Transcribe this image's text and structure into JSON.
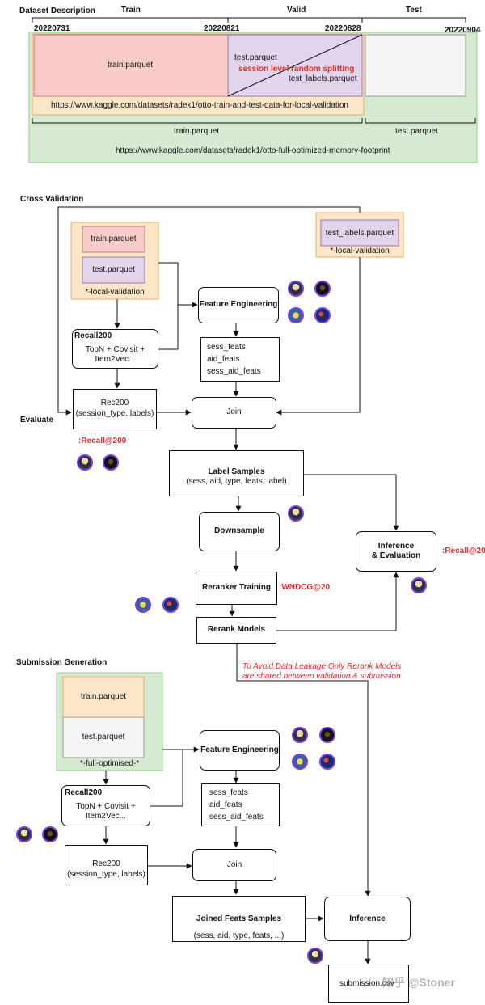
{
  "dataset": {
    "title": "Dataset Description",
    "train_label": "Train",
    "valid_label": "Valid",
    "test_label": "Test",
    "date_start": "20220731",
    "date_train_end": "20220821",
    "date_valid_end": "20220828",
    "date_test_end": "20220904",
    "train_parquet": "train.parquet",
    "valid_test_parquet": "test.parquet",
    "valid_test_labels": "test_labels.parquet",
    "split_note": "session level random splitting",
    "local_url": "https://www.kaggle.com/datasets/radek1/otto-train-and-test-data-for-local-validation",
    "full_train": "train.parquet",
    "full_test": "test.parquet",
    "full_url": "https://www.kaggle.com/datasets/radek1/otto-full-optimized-memory-footprint"
  },
  "cv": {
    "title": "Cross Validation",
    "train_parquet": "train.parquet",
    "test_parquet": "test.parquet",
    "local_validation": "*-local-validation",
    "test_labels_parquet": "test_labels.parquet",
    "test_labels_local": "*-local-validation",
    "recall_title": "Recall200",
    "recall_body1": "TopN + Covisit +",
    "recall_body2": "Item2Vec...",
    "fe_title": "Feature Engineering",
    "feat1": "sess_feats",
    "feat2": "aid_feats",
    "feat3": "sess_aid_feats",
    "rec_line1": "Rec200",
    "rec_line2": "(session_type, labels)",
    "evaluate": "Evaluate",
    "recall_metric": ":Recall@200",
    "join": "Join",
    "label_title": "Label Samples",
    "label_body": "(sess, aid, type, feats, label)",
    "downsample": "Downsample",
    "reranker_training": "Reranker Training",
    "wndcg_metric": ":WNDCG@20",
    "rerank_models": "Rerank Models",
    "inference_line1": "Inference",
    "inference_line2": "& Evaluation",
    "recall20_metric": ":Recall@20"
  },
  "note": {
    "line1": "To Avoid Data Leakage Only Rerank Models",
    "line2": "are shared between validation & submission"
  },
  "sub": {
    "title": "Submission Generation",
    "train_parquet": "train.parquet",
    "test_parquet": "test.parquet",
    "full_optimised": "*-full-optimised-*",
    "recall_title": "Recall200",
    "recall_body1": "TopN + Covisit +",
    "recall_body2": "Item2Vec...",
    "fe_title": "Feature Engineering",
    "feat1": "sess_feats",
    "feat2": "aid_feats",
    "feat3": "sess_aid_feats",
    "rec_line1": "Rec200",
    "rec_line2": "(session_type, labels)",
    "join": "Join",
    "joined_title": "Joined Feats Samples",
    "joined_body": "(sess, aid, type, feats, ...)",
    "inference": "Inference",
    "submission": "submission.csv",
    "watermark": "知乎 @Stoner"
  },
  "avatars": [
    {
      "name": "fe-cv-avatar-1",
      "kind": "light"
    },
    {
      "name": "fe-cv-avatar-2",
      "kind": "dark"
    },
    {
      "name": "fe-cv-avatar-3",
      "kind": "yellow"
    },
    {
      "name": "fe-cv-avatar-4",
      "kind": "blue"
    },
    {
      "name": "recall-cv-avatar-1",
      "kind": "light"
    },
    {
      "name": "recall-cv-avatar-2",
      "kind": "dark"
    },
    {
      "name": "label-avatar",
      "kind": "light"
    },
    {
      "name": "inference-avatar",
      "kind": "light"
    },
    {
      "name": "reranker-avatar-1",
      "kind": "yellow"
    },
    {
      "name": "reranker-avatar-2",
      "kind": "blue"
    },
    {
      "name": "fe-sub-avatar-1",
      "kind": "light"
    },
    {
      "name": "fe-sub-avatar-2",
      "kind": "dark"
    },
    {
      "name": "fe-sub-avatar-3",
      "kind": "yellow"
    },
    {
      "name": "fe-sub-avatar-4",
      "kind": "blue"
    },
    {
      "name": "recall-sub-avatar-1",
      "kind": "light"
    },
    {
      "name": "recall-sub-avatar-2",
      "kind": "dark"
    },
    {
      "name": "joined-avatar",
      "kind": "light"
    }
  ]
}
